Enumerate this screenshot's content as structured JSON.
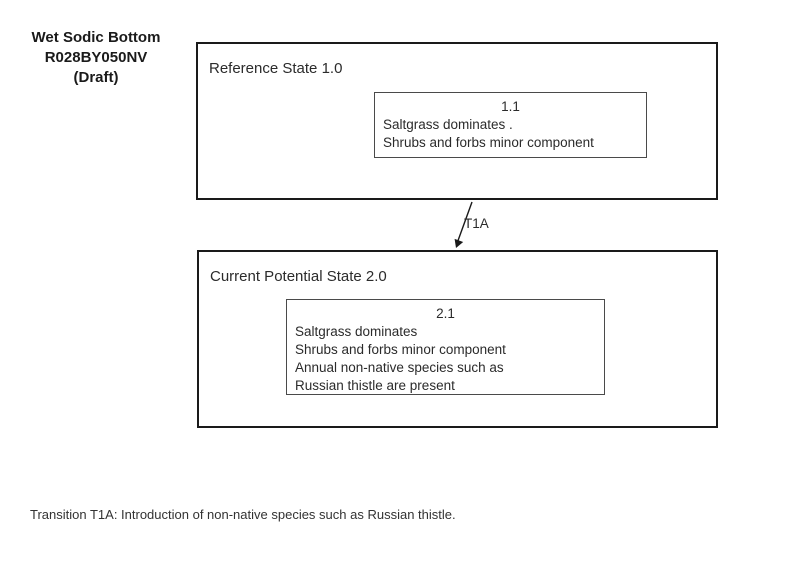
{
  "title": {
    "line1": "Wet Sodic Bottom",
    "line2": "R028BY050NV",
    "line3": "(Draft)"
  },
  "states": [
    {
      "label": "Reference State 1.0",
      "community": {
        "id": "1.1",
        "lines": [
          "Saltgrass dominates .",
          "Shrubs and forbs minor component"
        ]
      }
    },
    {
      "label": "Current Potential State 2.0",
      "community": {
        "id": "2.1",
        "lines": [
          "Saltgrass dominates",
          "Shrubs and forbs minor component",
          "Annual non-native species such as",
          "Russian thistle are present"
        ]
      }
    }
  ],
  "transition": {
    "label": "T1A"
  },
  "footnote": "Transition T1A: Introduction of non-native species such as Russian thistle.",
  "colors": {
    "outer_border": "#1a1a1a",
    "inner_border": "#4a4a4a",
    "text": "#2b2b2b",
    "background": "#ffffff"
  }
}
